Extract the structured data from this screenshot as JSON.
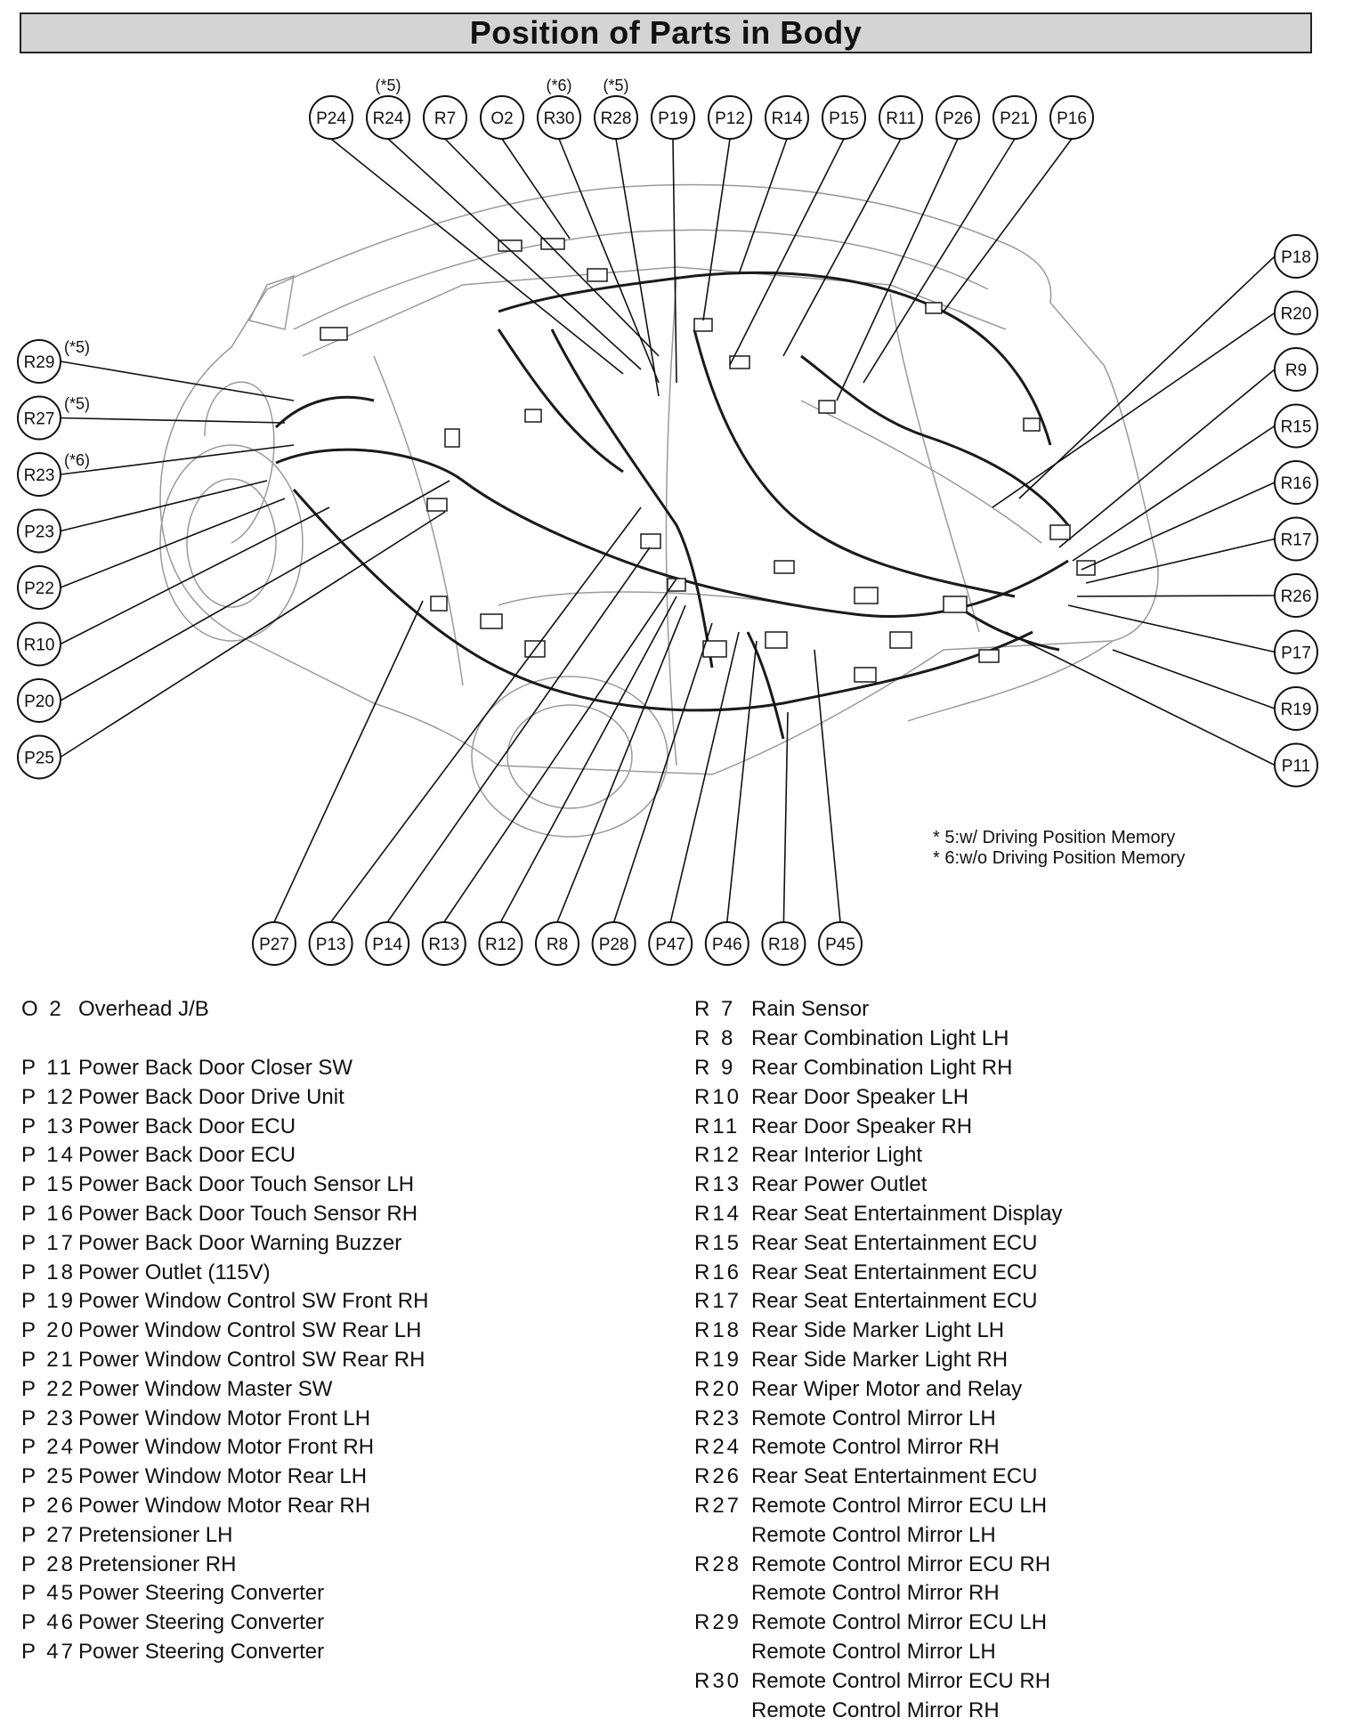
{
  "title": "Position of Parts in Body",
  "footnotes": [
    "* 5:w/ Driving Position Memory",
    "* 6:w/o Driving Position Memory"
  ],
  "top_connectors": [
    {
      "id": "P24",
      "note": ""
    },
    {
      "id": "R24",
      "note": "(*5)"
    },
    {
      "id": "R7",
      "note": ""
    },
    {
      "id": "O2",
      "note": ""
    },
    {
      "id": "R30",
      "note": "(*6)"
    },
    {
      "id": "R28",
      "note": "(*5)"
    },
    {
      "id": "P19",
      "note": ""
    },
    {
      "id": "P12",
      "note": ""
    },
    {
      "id": "R14",
      "note": ""
    },
    {
      "id": "P15",
      "note": ""
    },
    {
      "id": "R11",
      "note": ""
    },
    {
      "id": "P26",
      "note": ""
    },
    {
      "id": "P21",
      "note": ""
    },
    {
      "id": "P16",
      "note": ""
    }
  ],
  "left_connectors": [
    {
      "id": "R29",
      "note": "(*5)"
    },
    {
      "id": "R27",
      "note": "(*5)"
    },
    {
      "id": "R23",
      "note": "(*6)"
    },
    {
      "id": "P23",
      "note": ""
    },
    {
      "id": "P22",
      "note": ""
    },
    {
      "id": "R10",
      "note": ""
    },
    {
      "id": "P20",
      "note": ""
    },
    {
      "id": "P25",
      "note": ""
    }
  ],
  "right_connectors": [
    {
      "id": "P18",
      "note": ""
    },
    {
      "id": "R20",
      "note": ""
    },
    {
      "id": "R9",
      "note": ""
    },
    {
      "id": "R15",
      "note": ""
    },
    {
      "id": "R16",
      "note": ""
    },
    {
      "id": "R17",
      "note": ""
    },
    {
      "id": "R26",
      "note": ""
    },
    {
      "id": "P17",
      "note": ""
    },
    {
      "id": "R19",
      "note": ""
    },
    {
      "id": "P11",
      "note": ""
    }
  ],
  "bottom_connectors": [
    {
      "id": "P27",
      "note": ""
    },
    {
      "id": "P13",
      "note": ""
    },
    {
      "id": "P14",
      "note": ""
    },
    {
      "id": "R13",
      "note": ""
    },
    {
      "id": "R12",
      "note": ""
    },
    {
      "id": "R8",
      "note": ""
    },
    {
      "id": "P28",
      "note": ""
    },
    {
      "id": "P47",
      "note": ""
    },
    {
      "id": "P46",
      "note": ""
    },
    {
      "id": "R18",
      "note": ""
    },
    {
      "id": "P45",
      "note": ""
    }
  ],
  "legend_left": [
    {
      "code": "O 2",
      "desc": "Overhead J/B"
    },
    {
      "code": "",
      "desc": ""
    },
    {
      "code": "P 11",
      "desc": "Power Back Door Closer SW"
    },
    {
      "code": "P 12",
      "desc": "Power Back Door Drive Unit"
    },
    {
      "code": "P 13",
      "desc": "Power Back Door ECU"
    },
    {
      "code": "P 14",
      "desc": "Power Back Door ECU"
    },
    {
      "code": "P 15",
      "desc": "Power Back Door Touch Sensor LH"
    },
    {
      "code": "P 16",
      "desc": "Power Back Door Touch Sensor RH"
    },
    {
      "code": "P 17",
      "desc": "Power Back Door Warning Buzzer"
    },
    {
      "code": "P 18",
      "desc": "Power Outlet (115V)"
    },
    {
      "code": "P 19",
      "desc": "Power Window Control SW Front RH"
    },
    {
      "code": "P 20",
      "desc": "Power Window Control SW Rear LH"
    },
    {
      "code": "P 21",
      "desc": "Power Window Control SW Rear RH"
    },
    {
      "code": "P 22",
      "desc": "Power Window Master SW"
    },
    {
      "code": "P 23",
      "desc": "Power Window Motor Front LH"
    },
    {
      "code": "P 24",
      "desc": "Power Window Motor Front RH"
    },
    {
      "code": "P 25",
      "desc": "Power Window Motor Rear LH"
    },
    {
      "code": "P 26",
      "desc": "Power Window Motor Rear RH"
    },
    {
      "code": "P 27",
      "desc": "Pretensioner LH"
    },
    {
      "code": "P 28",
      "desc": "Pretensioner RH"
    },
    {
      "code": "P 45",
      "desc": "Power Steering Converter"
    },
    {
      "code": "P 46",
      "desc": "Power Steering Converter"
    },
    {
      "code": "P 47",
      "desc": "Power Steering Converter"
    }
  ],
  "legend_right": [
    {
      "code": "R 7",
      "desc": "Rain Sensor"
    },
    {
      "code": "R 8",
      "desc": "Rear Combination Light LH"
    },
    {
      "code": "R 9",
      "desc": "Rear Combination Light RH"
    },
    {
      "code": "R10",
      "desc": "Rear Door Speaker LH"
    },
    {
      "code": "R11",
      "desc": "Rear Door Speaker RH"
    },
    {
      "code": "R12",
      "desc": "Rear Interior Light"
    },
    {
      "code": "R13",
      "desc": "Rear Power Outlet"
    },
    {
      "code": "R14",
      "desc": "Rear Seat Entertainment Display"
    },
    {
      "code": "R15",
      "desc": "Rear Seat Entertainment ECU"
    },
    {
      "code": "R16",
      "desc": "Rear Seat Entertainment ECU"
    },
    {
      "code": "R17",
      "desc": "Rear Seat Entertainment ECU"
    },
    {
      "code": "R18",
      "desc": "Rear Side Marker Light LH"
    },
    {
      "code": "R19",
      "desc": "Rear Side Marker Light RH"
    },
    {
      "code": "R20",
      "desc": "Rear Wiper Motor and Relay"
    },
    {
      "code": "R23",
      "desc": "Remote Control Mirror LH"
    },
    {
      "code": "R24",
      "desc": "Remote Control Mirror RH"
    },
    {
      "code": "R26",
      "desc": "Rear Seat Entertainment ECU"
    },
    {
      "code": "R27",
      "desc": "Remote Control Mirror ECU LH"
    },
    {
      "code": "",
      "desc": "Remote Control Mirror LH"
    },
    {
      "code": "R28",
      "desc": "Remote Control Mirror ECU RH"
    },
    {
      "code": "",
      "desc": "Remote Control Mirror RH"
    },
    {
      "code": "R29",
      "desc": "Remote Control Mirror ECU LH"
    },
    {
      "code": "",
      "desc": "Remote Control Mirror LH"
    },
    {
      "code": "R30",
      "desc": "Remote Control Mirror ECU RH"
    },
    {
      "code": "",
      "desc": "Remote Control Mirror RH"
    }
  ]
}
